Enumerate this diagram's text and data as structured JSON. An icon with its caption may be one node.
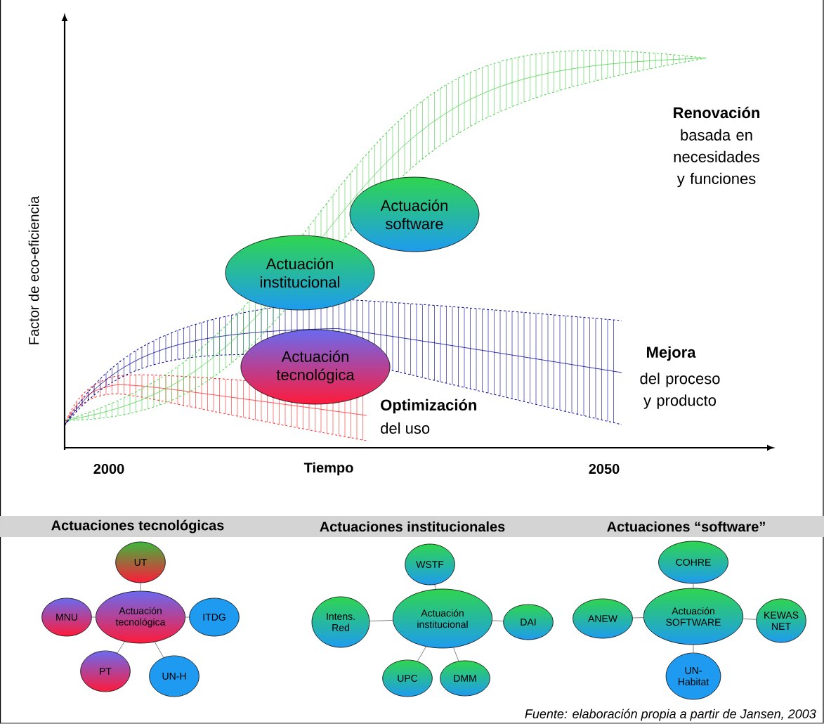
{
  "diagram": {
    "caption": "Fuente: elaboración propia a partir de Jansen, 2003",
    "nodes": [
      {
        "text": [
          "Actuación software"
        ]
      },
      {
        "text": [
          "Actuación institucional"
        ]
      },
      {
        "text": [
          "Actuación tecnológica"
        ]
      },
      {
        "text": [
          "Actuaciones tecnológicas"
        ]
      },
      {
        "text": [
          "Actuación tecnológica"
        ]
      },
      {
        "text": [
          "UT"
        ]
      },
      {
        "text": [
          "MNU"
        ]
      },
      {
        "text": [
          "ITDG"
        ]
      },
      {
        "text": [
          "PT"
        ]
      },
      {
        "text": [
          "UN-H"
        ]
      },
      {
        "text": [
          "Actuaciones institucionales"
        ]
      },
      {
        "text": [
          "Actuación institucional"
        ]
      },
      {
        "text": [
          "WSTF"
        ]
      },
      {
        "text": [
          "Intens. Red"
        ]
      },
      {
        "text": [
          "DAI"
        ]
      },
      {
        "text": [
          "UPC"
        ]
      },
      {
        "text": [
          "DMM"
        ]
      },
      {
        "text": [
          "Actuaciones “software”"
        ]
      },
      {
        "text": [
          "Actuación SOFTWARE"
        ]
      },
      {
        "text": [
          "COHRE"
        ]
      },
      {
        "text": [
          "ANEW"
        ]
      },
      {
        "text": [
          "KEWAS NET"
        ]
      },
      {
        "text": [
          "UN-Habitat"
        ]
      }
    ],
    "edges": [
      {
        "from": 4,
        "to": 5,
        "arrow": "none"
      },
      {
        "from": 4,
        "to": 6,
        "arrow": "none"
      },
      {
        "from": 4,
        "to": 7,
        "arrow": "none"
      },
      {
        "from": 4,
        "to": 8,
        "arrow": "none"
      },
      {
        "from": 4,
        "to": 9,
        "arrow": "none"
      },
      {
        "from": 11,
        "to": 12,
        "arrow": "none"
      },
      {
        "from": 11,
        "to": 13,
        "arrow": "none"
      },
      {
        "from": 11,
        "to": 14,
        "arrow": "none"
      },
      {
        "from": 11,
        "to": 15,
        "arrow": "none"
      },
      {
        "from": 11,
        "to": 16,
        "arrow": "none"
      },
      {
        "from": 18,
        "to": 19,
        "arrow": "none"
      },
      {
        "from": 18,
        "to": 20,
        "arrow": "none"
      },
      {
        "from": 18,
        "to": 21,
        "arrow": "none"
      },
      {
        "from": 18,
        "to": 22,
        "arrow": "none"
      }
    ],
    "labels": [
      "Renovación",
      "basada en necesidades y funciones",
      "Mejora",
      "del proceso y producto",
      "Optimización",
      "del uso",
      "Factor de eco-eficiencia",
      "2000",
      "Tiempo",
      "2050"
    ]
  }
}
